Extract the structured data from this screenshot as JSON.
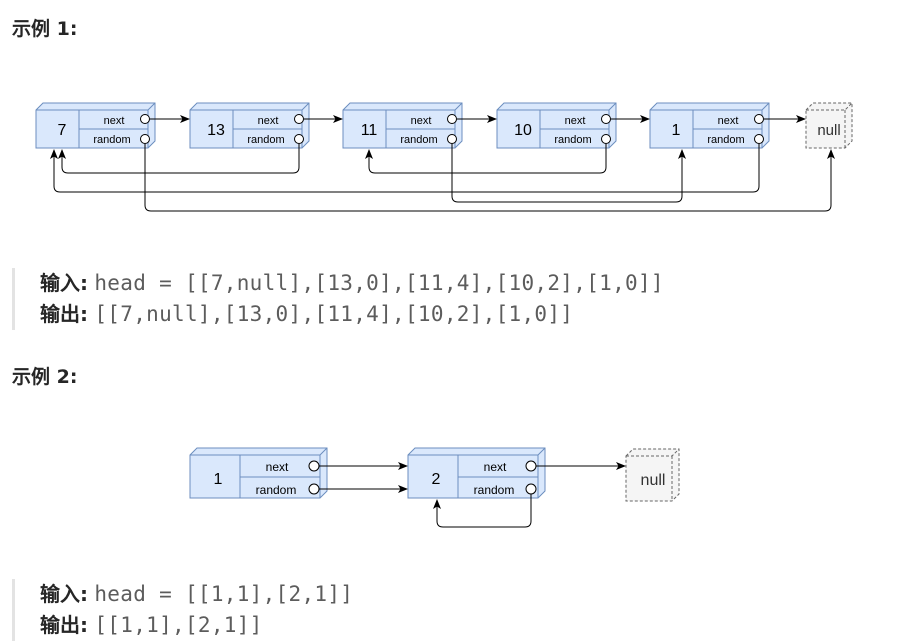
{
  "example1": {
    "heading": "示例 1:",
    "nodes": [
      {
        "val": "7",
        "next_label": "next",
        "random_label": "random"
      },
      {
        "val": "13",
        "next_label": "next",
        "random_label": "random"
      },
      {
        "val": "11",
        "next_label": "next",
        "random_label": "random"
      },
      {
        "val": "10",
        "next_label": "next",
        "random_label": "random"
      },
      {
        "val": "1",
        "next_label": "next",
        "random_label": "random"
      }
    ],
    "null_label": "null",
    "input_label": "输入",
    "input_value": "head = [[7,null],[13,0],[11,4],[10,2],[1,0]]",
    "output_label": "输出",
    "output_value": "[[7,null],[13,0],[11,4],[10,2],[1,0]]"
  },
  "example2": {
    "heading": "示例 2:",
    "nodes": [
      {
        "val": "1",
        "next_label": "next",
        "random_label": "random"
      },
      {
        "val": "2",
        "next_label": "next",
        "random_label": "random"
      }
    ],
    "null_label": "null",
    "input_label": "输入",
    "input_value": "head = [[1,1],[2,1]]",
    "output_label": "输出",
    "output_value": "[[1,1],[2,1]]"
  },
  "colors": {
    "node_fill": "#dae8fc",
    "node_stroke": "#6c8ebf",
    "null_fill": "#f5f5f5",
    "null_stroke": "#666666",
    "arrow": "#000000"
  }
}
